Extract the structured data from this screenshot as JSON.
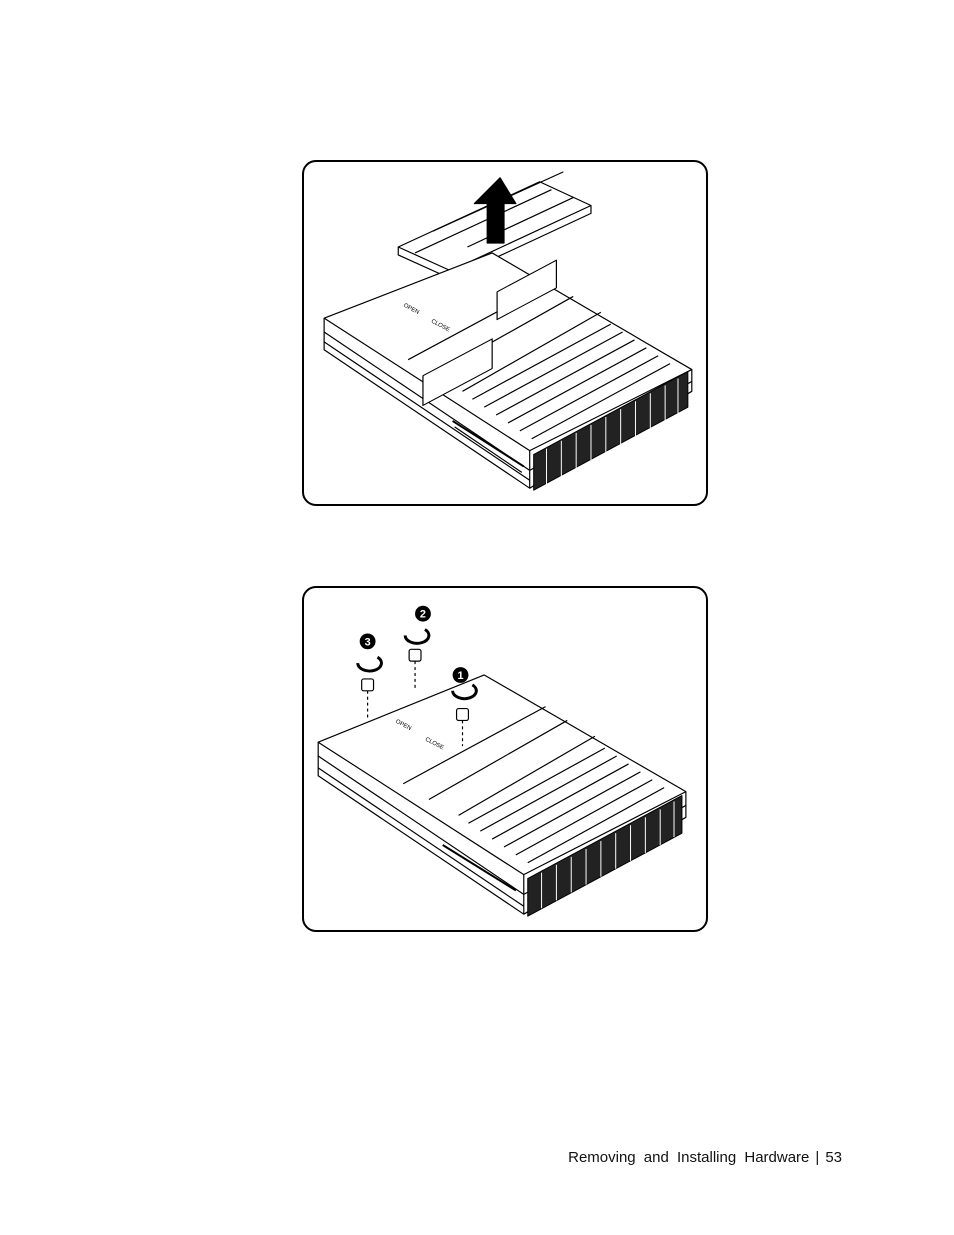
{
  "figures": [
    {
      "id": "fig-1",
      "step": "remove-top-cover",
      "arrow_label": "",
      "cover_labels": [
        "OPEN",
        "CLOSE"
      ]
    },
    {
      "id": "fig-2",
      "step": "remove-screws",
      "screw_numbers": [
        "1",
        "2",
        "3"
      ],
      "cover_labels": [
        "OPEN",
        "CLOSE"
      ]
    }
  ],
  "footer": {
    "section_title": "Removing and Installing Hardware",
    "separator": "|",
    "page_number": "53"
  },
  "colors": {
    "line": "#000000",
    "paper": "#ffffff"
  }
}
